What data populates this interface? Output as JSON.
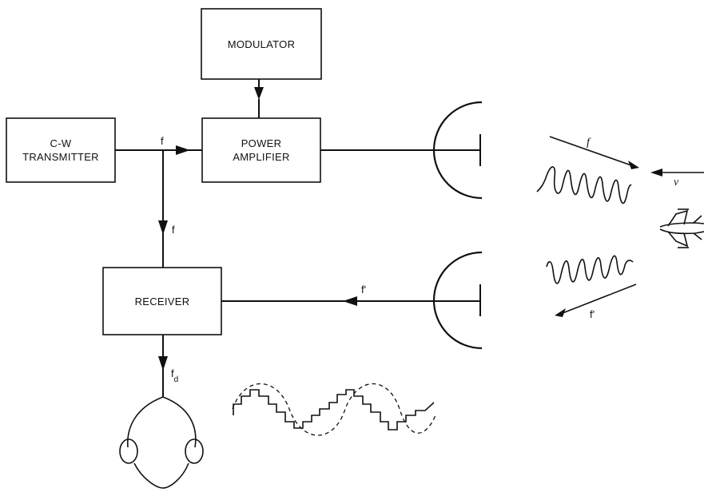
{
  "blocks": {
    "modulator": "MODULATOR",
    "transmitter_line1": "C-W",
    "transmitter_line2": "TRANSMITTER",
    "amplifier_line1": "POWER",
    "amplifier_line2": "AMPLIFIER",
    "receiver": "RECEIVER"
  },
  "signals": {
    "tx_out": "f",
    "to_receiver": "f",
    "echo_in": "f'",
    "doppler": "f",
    "doppler_sub": "d",
    "outgoing_wave": "f",
    "return_wave": "f'",
    "target_velocity": "v"
  },
  "icons": {
    "antenna": "parabolic-dish-icon",
    "target": "aircraft-icon",
    "output": "headphones-icon"
  }
}
